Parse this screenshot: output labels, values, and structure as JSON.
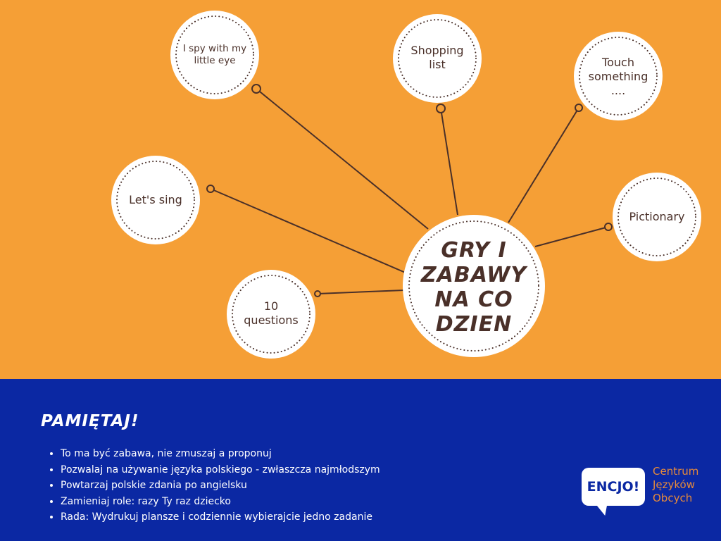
{
  "diagram": {
    "center": "GRY I\nZABAWY\nNA CO\nDZIEN",
    "nodes": [
      {
        "label": "I spy with my little eye"
      },
      {
        "label": "Shopping list"
      },
      {
        "label": "Touch something ...."
      },
      {
        "label": "Let's sing"
      },
      {
        "label": "Pictionary"
      },
      {
        "label": "10 questions"
      }
    ]
  },
  "remember": {
    "title": "PAMIĘTAJ!",
    "items": [
      "To ma być zabawa, nie zmuszaj a proponuj",
      "Pozwalaj na używanie języka polskiego - zwłaszcza najmłodszym",
      "Powtarzaj polskie zdania po angielsku",
      "Zamieniaj role: razy Ty raz dziecko",
      "Rada: Wydrukuj plansze i codziennie wybierajcie jedno zadanie"
    ]
  },
  "logo": {
    "word": "ENCJO!",
    "line1": "Centrum",
    "line2": "Języków",
    "line3": "Obcych"
  },
  "colors": {
    "top_background": "#f59f36",
    "bottom_background": "#0b28a3",
    "text_dark": "#4a3029",
    "logo_accent": "#e58a3b"
  }
}
